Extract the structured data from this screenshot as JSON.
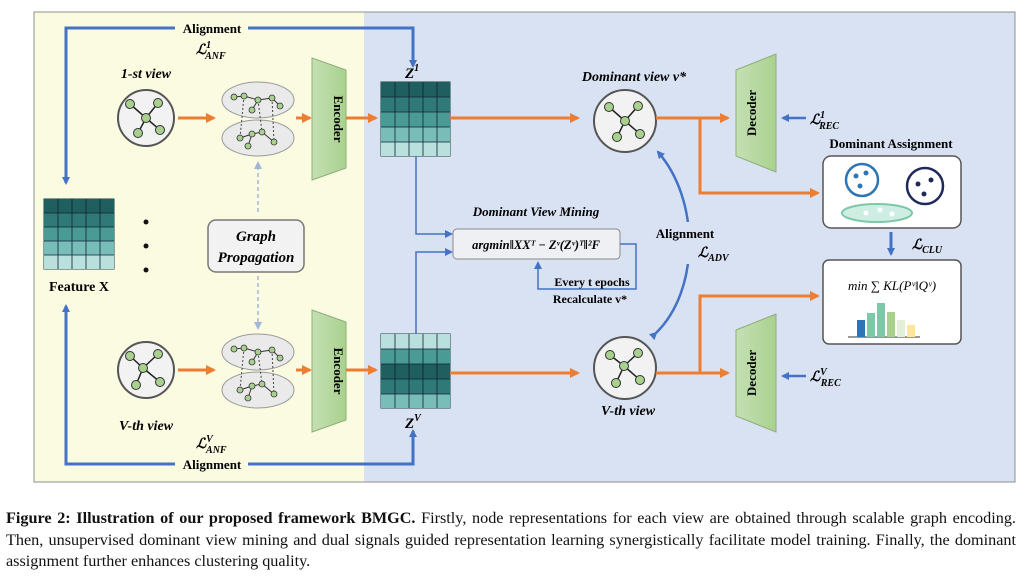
{
  "labels": {
    "top_alignment": "Alignment",
    "top_alignment_loss": {
      "base": "ℒ",
      "sup": "1",
      "sub": "ANF"
    },
    "bottom_alignment": "Alignment",
    "bottom_alignment_loss": {
      "base": "ℒ",
      "sup": "V",
      "sub": "ANF"
    },
    "first_view": "1-st view",
    "vth_view": "V-th view",
    "feature_x": "Feature X",
    "graph_propagation_line1": "Graph",
    "graph_propagation_line2": "Propagation",
    "encoder": "Encoder",
    "z1": {
      "base": "Z",
      "sup": "1"
    },
    "zv": {
      "base": "Z",
      "sup": "V"
    },
    "dominant_view": "Dominant view v*",
    "vth_view_right": "V-th view",
    "dominant_view_mining": "Dominant View Mining",
    "argmin_formula": "argmin‖XXᵀ − Zᵛ(Zᵛ)ᵀ‖²F",
    "every_t_epochs": "Every t epochs",
    "recalculate": "Recalculate v*",
    "middle_alignment": "Alignment",
    "adv_loss": {
      "base": "ℒ",
      "sub": "ADV"
    },
    "decoder": "Decoder",
    "rec1_loss": {
      "base": "ℒ",
      "sup": "1",
      "sub": "REC"
    },
    "recv_loss": {
      "base": "ℒ",
      "sup": "V",
      "sub": "REC"
    },
    "dominant_assignment": "Dominant Assignment",
    "clu_loss": {
      "base": "ℒ",
      "sub": "CLU"
    },
    "kl_formula": "min ∑ KL(Pᵛ‖Qᵛ)",
    "ellipsis": "⋮"
  },
  "caption": {
    "prefix": "Figure 2: Illustration of our proposed framework BMGC.",
    "body": " Firstly, node representations for each view are obtained through scalable graph encoding. Then, unsupervised dominant view mining and dual signals guided representation learning synergistically facilitate model training. Finally, the dominant assignment further enhances clustering quality."
  },
  "colors": {
    "left_panel": "#fbfbe2",
    "right_panel": "#d9e2f3",
    "blue_arrow": "#4472c4",
    "orange_arrow": "#ed7d31",
    "encoder_green": "#a9d18e",
    "matrix_dark": "#1f6f6f",
    "matrix_light": "#a9d8d4"
  },
  "icons": [
    "graph-node-icon",
    "cluster-icon",
    "bar-chart-icon"
  ]
}
